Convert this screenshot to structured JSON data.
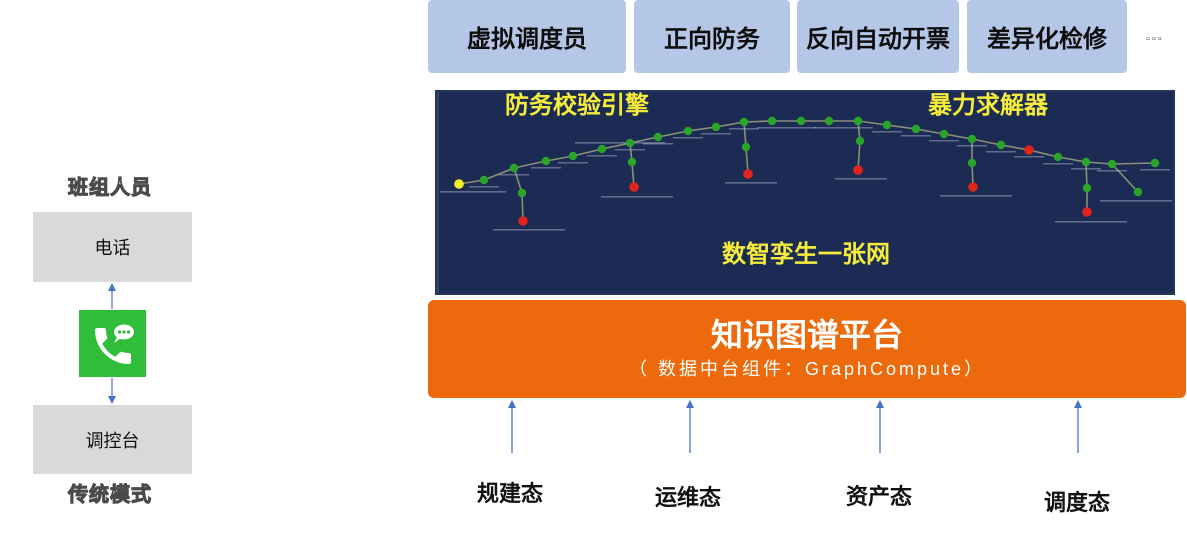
{
  "left": {
    "team_label": "班组人员",
    "phone_box": "电话",
    "control_box": "调控台",
    "mode_label": "传统模式",
    "app_icon": "phone-chat-icon"
  },
  "top_apps": [
    {
      "label": "虚拟调度员"
    },
    {
      "label": "正向防务"
    },
    {
      "label": "反向自动开票"
    },
    {
      "label": "差异化检修"
    }
  ],
  "more_label": "▫▫▫",
  "graph_panel": {
    "engine_label": "防务校验引擎",
    "solver_label": "暴力求解器",
    "network_label": "数智孪生一张网"
  },
  "platform": {
    "title": "知识图谱平台",
    "subtitle": "（ 数据中台组件：GraphCompute）"
  },
  "sources": [
    {
      "label": "规建态"
    },
    {
      "label": "运维态"
    },
    {
      "label": "资产态"
    },
    {
      "label": "调度态"
    }
  ],
  "colors": {
    "app_box_bg": "#b4c7e7",
    "graph_panel_bg": "#1c2b53",
    "platform_bg": "#ec6a0b",
    "legacy_box_bg": "#d9d9d9",
    "arrow": "#4472c4",
    "highlight_text": "#f5ec3c",
    "node_normal": "#2aa52a",
    "node_alarm": "#e0261c",
    "node_start": "#f2f21e",
    "edge": "#8c9079",
    "icon_green": "#2fbd3a"
  }
}
